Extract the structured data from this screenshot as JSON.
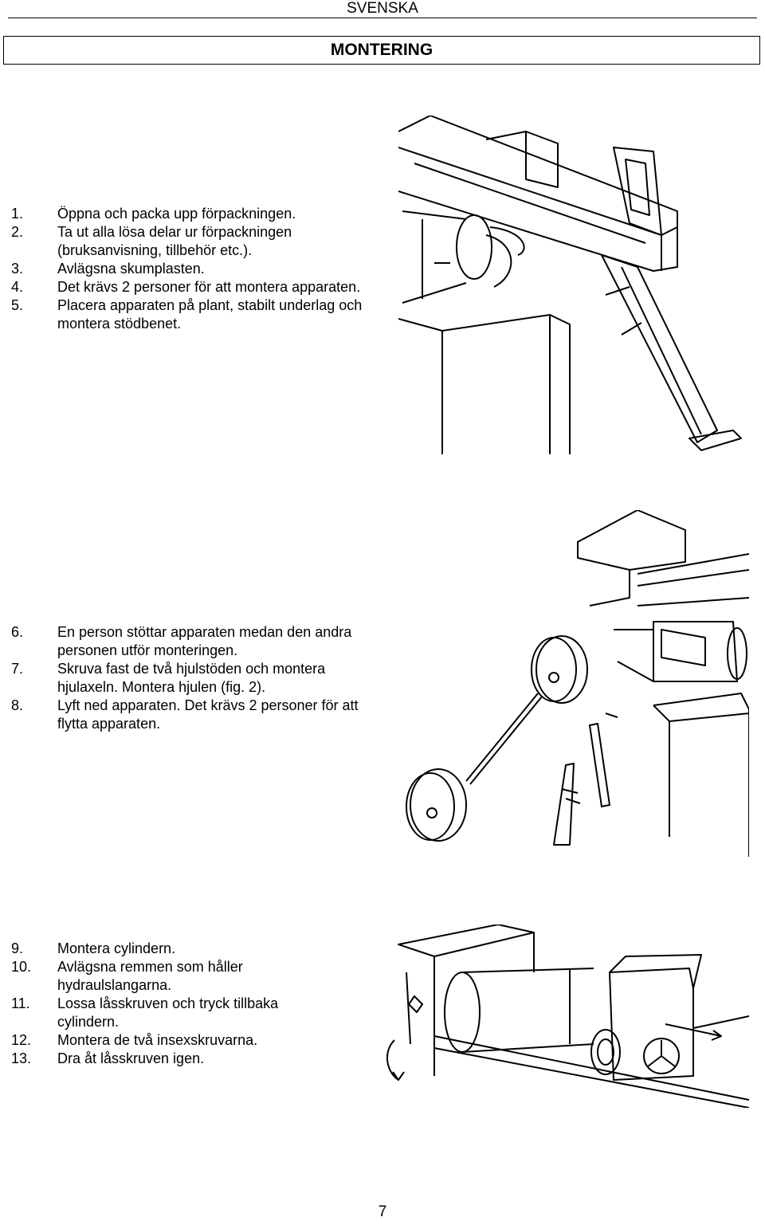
{
  "header": {
    "language": "SVENSKA",
    "title": "MONTERING"
  },
  "section1": {
    "steps": [
      {
        "num": "1.",
        "text": "Öppna och packa upp förpackningen."
      },
      {
        "num": "2.",
        "text": "Ta ut alla lösa delar ur förpackningen (bruksanvisning, tillbehör etc.)."
      },
      {
        "num": "3.",
        "text": "Avlägsna skumplasten."
      },
      {
        "num": "4.",
        "text": "Det krävs 2 personer för att montera apparaten."
      },
      {
        "num": "5.",
        "text": "Placera apparaten på plant, stabilt underlag och montera stödbenet."
      }
    ]
  },
  "section2": {
    "steps": [
      {
        "num": "6.",
        "text": "En person stöttar apparaten medan den andra personen utför monteringen."
      },
      {
        "num": "7.",
        "text": "Skruva fast de två hjulstöden och montera hjulaxeln. Montera hjulen (fig. 2)."
      },
      {
        "num": "8.",
        "text": "Lyft ned apparaten. Det krävs 2 personer för att flytta apparaten."
      }
    ]
  },
  "section3": {
    "steps": [
      {
        "num": "9.",
        "text": "Montera cylindern."
      },
      {
        "num": "10.",
        "text": "Avlägsna remmen som håller hydraulslangarna."
      },
      {
        "num": "11.",
        "text": "Lossa låsskruven och tryck tillbaka cylindern."
      },
      {
        "num": "12.",
        "text": "Montera de två insexskruvarna."
      },
      {
        "num": "13.",
        "text": "Dra åt låsskruven igen."
      }
    ]
  },
  "footer": {
    "page_number": "7"
  }
}
